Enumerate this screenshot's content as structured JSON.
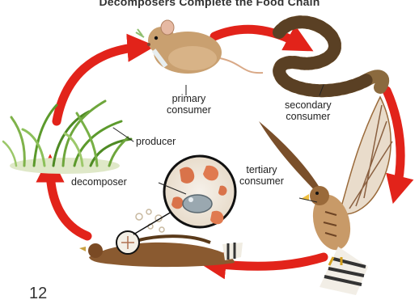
{
  "title": "Decomposers Complete the Food Chain",
  "labels": {
    "primary": "primary\nconsumer",
    "secondary": "secondary\nconsumer",
    "tertiary": "tertiary\nconsumer",
    "producer": "producer",
    "decomposer": "decomposer"
  },
  "page_number": "12",
  "icons": [
    "grass",
    "mouse",
    "snake",
    "hawk",
    "dead-bird",
    "decomposer-magnifier",
    "cycle-arrow"
  ],
  "colors": {
    "arrow": "#e2231a",
    "arrow_dark": "#b3120c",
    "grass": "#5c9a2c",
    "mouse": "#c9a070",
    "snake": "#8b6a3e",
    "hawk": "#9a6a3a"
  }
}
